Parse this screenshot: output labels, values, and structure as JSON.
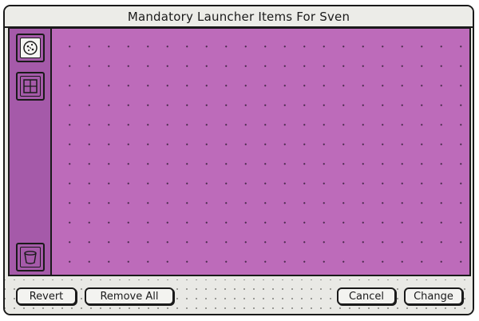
{
  "window": {
    "title": "Mandatory Launcher Items For Sven"
  },
  "sidebar": {
    "items": [
      {
        "icon": "workspace-manager-icon",
        "selected": true
      },
      {
        "icon": "grid-window-icon",
        "selected": false
      },
      {
        "icon": "recycler-bucket-icon",
        "selected": false
      }
    ]
  },
  "buttons": {
    "revert": "Revert",
    "remove_all": "Remove All",
    "cancel": "Cancel",
    "change": "Change"
  },
  "colors": {
    "dock_background": "#bd6bba",
    "sidebar_background": "#a55aa9",
    "window_background": "#e9e9e5",
    "outline": "#1a1a1a"
  }
}
